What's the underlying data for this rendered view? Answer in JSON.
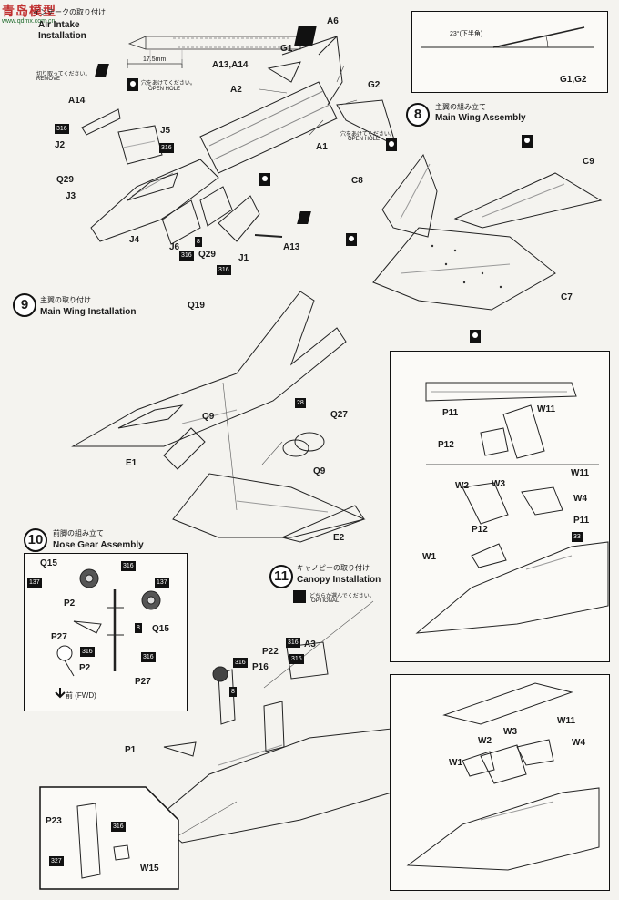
{
  "watermark": {
    "text": "青岛模型",
    "url": "www.qdmx.com.cn"
  },
  "step7": {
    "title_jp": "インテークの取り付け",
    "title_en_1": "Air Intake",
    "title_en_2": "Installation",
    "remove_jp": "切り取ってください。",
    "remove_en": "REMOVE",
    "open_hole_jp": "穴をあけてください。",
    "open_hole_en": "OPEN HOLE",
    "dimension": "17.5mm",
    "inset_parts": "A13,A14",
    "parts": [
      "A6",
      "G1",
      "A2",
      "G2",
      "A1",
      "A14",
      "J5",
      "J2",
      "Q29",
      "J3",
      "J4",
      "J6",
      "Q29",
      "J1",
      "A13"
    ],
    "nums": [
      "316",
      "316",
      "316",
      "8",
      "316"
    ]
  },
  "angle_inset": {
    "angle": "23°(下半角)",
    "parts": "G1,G2"
  },
  "step8": {
    "badge": "8",
    "title_jp": "主翼の組み立て",
    "title_en": "Main Wing Assembly",
    "open_hole_jp": "穴をあけてください。",
    "open_hole_en": "OPEN HOLE",
    "parts": [
      "C8",
      "C9",
      "C7"
    ]
  },
  "step9": {
    "badge": "9",
    "title_jp": "主翼の取り付け",
    "title_en": "Main Wing Installation",
    "parts": [
      "Q19",
      "Q27",
      "Q9",
      "E1",
      "Q9",
      "E2"
    ],
    "num": "28"
  },
  "canopy_closed": {
    "parts": [
      "W11",
      "P11",
      "P12",
      "W11",
      "W2",
      "W3",
      "W4",
      "P12",
      "P11",
      "W1"
    ],
    "num": "33"
  },
  "step10": {
    "badge": "10",
    "title_jp": "前脚の組み立て",
    "title_en": "Nose Gear Assembly",
    "parts": [
      "Q15",
      "P2",
      "Q15",
      "P27",
      "P2",
      "P27"
    ],
    "nums": [
      "316",
      "137",
      "137",
      "8",
      "316",
      "316"
    ],
    "fwd": "前 (FWD)"
  },
  "step11": {
    "badge": "11",
    "title_jp": "キャノピーの取り付け",
    "title_en": "Canopy Installation",
    "optional_jp": "どちらか選んでください。",
    "optional_en": "OPTIONAL",
    "parts": [
      "P22",
      "A3",
      "P16",
      "P1",
      "P23",
      "W15"
    ],
    "nums": [
      "316",
      "316",
      "316",
      "8",
      "316",
      "327"
    ]
  },
  "canopy_open": {
    "parts": [
      "W11",
      "W2",
      "W3",
      "W4",
      "W1"
    ]
  }
}
